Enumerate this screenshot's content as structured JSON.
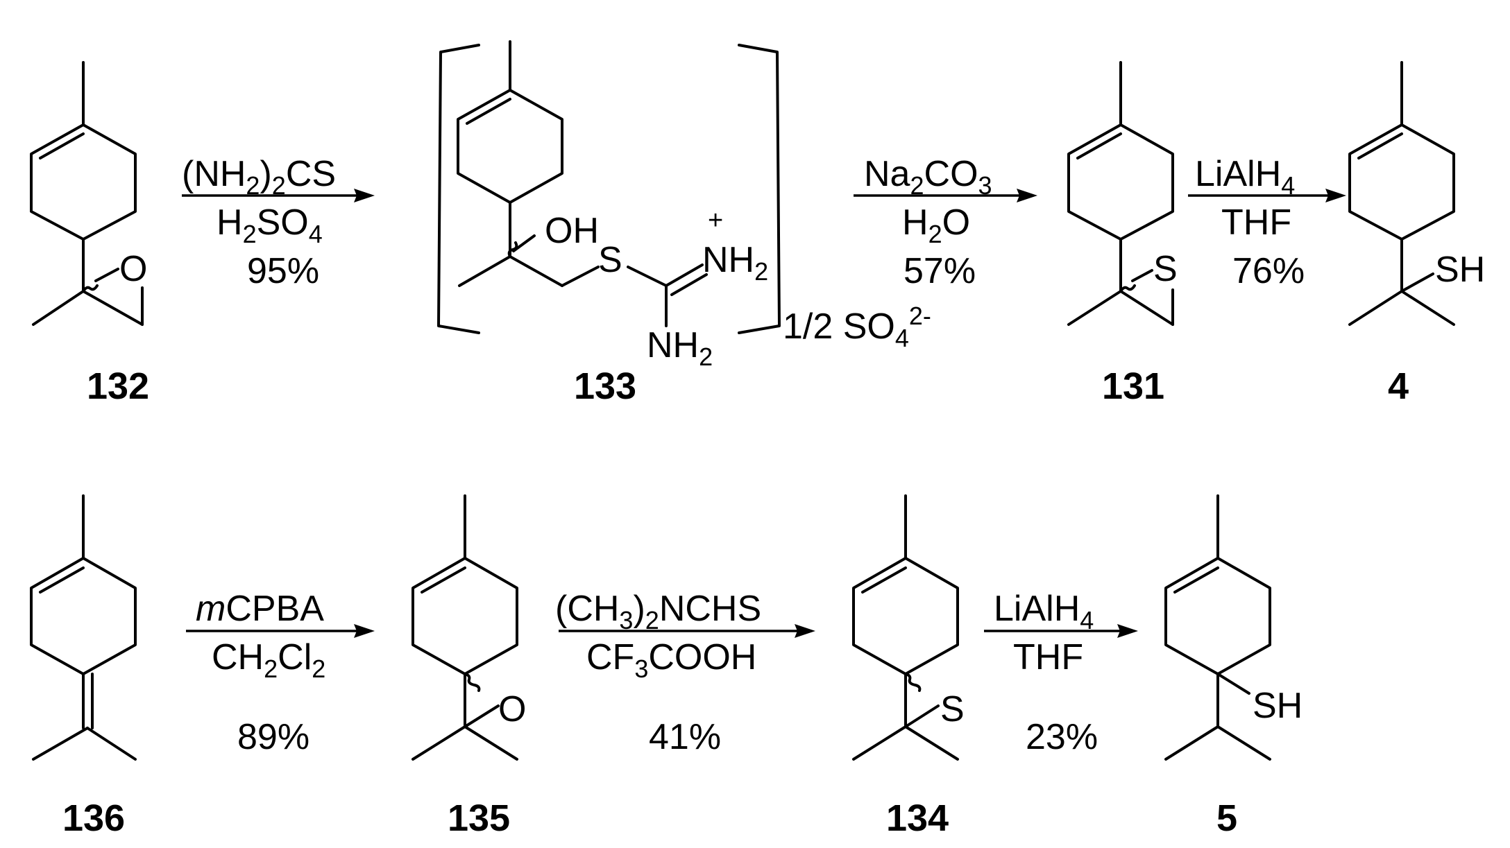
{
  "compounds": {
    "c132": "132",
    "c133": "133",
    "c131": "131",
    "c4": "4",
    "c136": "136",
    "c135": "135",
    "c134": "134",
    "c5": "5"
  },
  "reactions": {
    "r1": {
      "line1": "(NH2)2CS",
      "line2": "H2SO4",
      "yield": "95%"
    },
    "r2": {
      "line1": "Na2CO3",
      "line2": "H2O",
      "yield": "57%"
    },
    "r3": {
      "line1": "LiAlH4",
      "line2": "THF",
      "yield": "76%"
    },
    "r4": {
      "line1": "mCPBA",
      "line2": "CH2Cl2",
      "yield": "89%"
    },
    "r5": {
      "line1": "(CH3)2NCHS",
      "line2": "CF3COOH",
      "yield": "41%"
    },
    "r6": {
      "line1": "LiAlH4",
      "line2": "THF",
      "yield": "23%"
    }
  },
  "atoms": {
    "o": "O",
    "s": "S",
    "sh": "SH",
    "oh": "OH",
    "nh2": "NH2",
    "plus": "+"
  },
  "counterion": "1/2 SO4 2-"
}
